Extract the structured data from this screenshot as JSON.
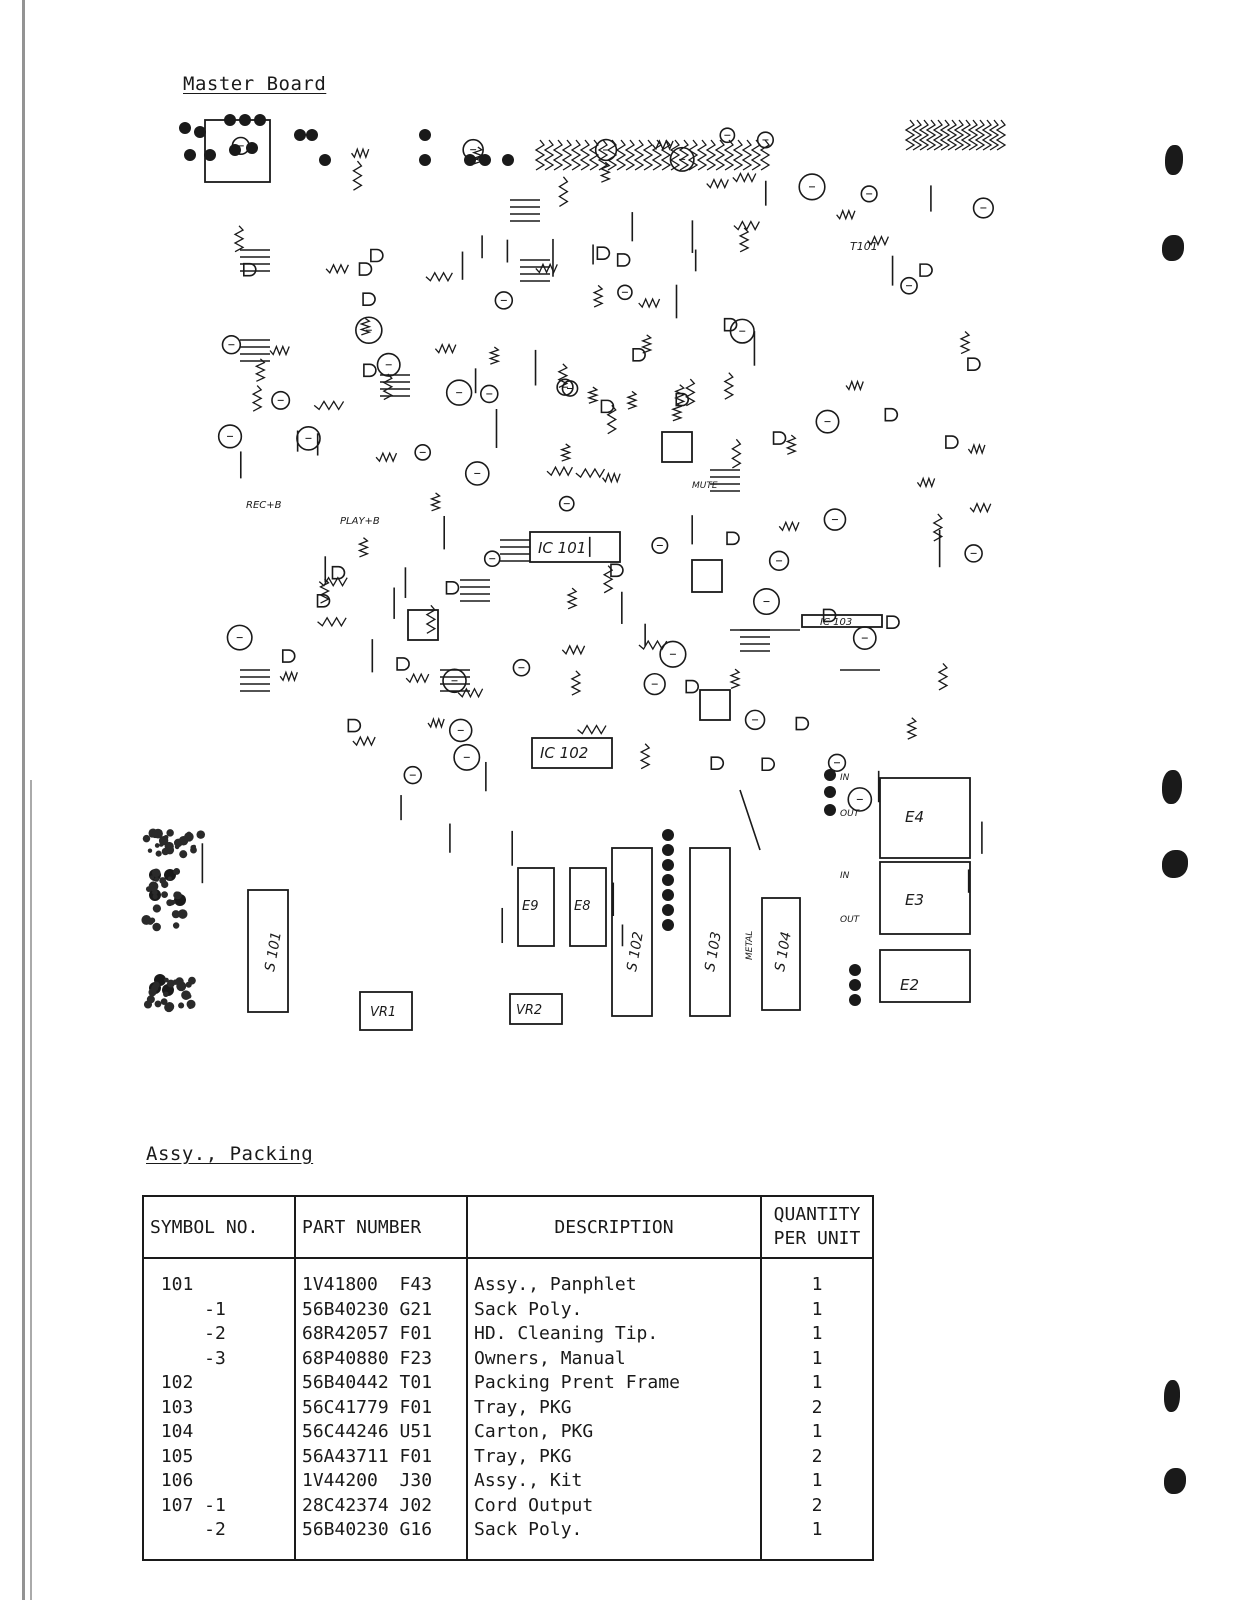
{
  "board_section": {
    "title": "Master Board",
    "labels": {
      "ic101": "IC 101",
      "ic102": "IC 102",
      "ic103": "IC 103",
      "s101": "S 101",
      "s102": "S 102",
      "s103": "S 103",
      "s104": "S 104",
      "vr1": "VR1",
      "vr2": "VR2",
      "e2": "E2",
      "e3": "E3",
      "e4": "E4",
      "e8": "E8",
      "e9": "E9",
      "t101": "T101",
      "rec_b": "REC+B",
      "play_b": "PLAY+B",
      "metal": "METAL",
      "mute": "MUTE",
      "in1": "IN",
      "out1": "OUT",
      "in2": "IN",
      "out2": "OUT"
    }
  },
  "packing_section": {
    "title": "Assy., Packing",
    "columns": {
      "symbol": "SYMBOL NO.",
      "part": "PART NUMBER",
      "description": "DESCRIPTION",
      "quantity_line1": "QUANTITY",
      "quantity_line2": "PER UNIT"
    },
    "rows": [
      {
        "symbol": " 101",
        "part": "1V41800  F43",
        "description": "Assy., Panphlet",
        "quantity": "1"
      },
      {
        "symbol": "     -1",
        "part": "56B40230 G21",
        "description": "Sack Poly.",
        "quantity": "1"
      },
      {
        "symbol": "     -2",
        "part": "68R42057 F01",
        "description": "HD. Cleaning Tip.",
        "quantity": "1"
      },
      {
        "symbol": "     -3",
        "part": "68P40880 F23",
        "description": "Owners, Manual",
        "quantity": "1"
      },
      {
        "symbol": " 102",
        "part": "56B40442 T01",
        "description": "Packing Prent Frame",
        "quantity": "1"
      },
      {
        "symbol": " 103",
        "part": "56C41779 F01",
        "description": "Tray, PKG",
        "quantity": "2"
      },
      {
        "symbol": " 104",
        "part": "56C44246 U51",
        "description": "Carton, PKG",
        "quantity": "1"
      },
      {
        "symbol": " 105",
        "part": "56A43711 F01",
        "description": "Tray, PKG",
        "quantity": "2"
      },
      {
        "symbol": " 106",
        "part": "1V44200  J30",
        "description": "Assy., Kit",
        "quantity": "1"
      },
      {
        "symbol": " 107 -1",
        "part": "28C42374 J02",
        "description": "Cord Output",
        "quantity": "2"
      },
      {
        "symbol": "     -2",
        "part": "56B40230 G16",
        "description": "Sack Poly.",
        "quantity": "1"
      }
    ]
  }
}
